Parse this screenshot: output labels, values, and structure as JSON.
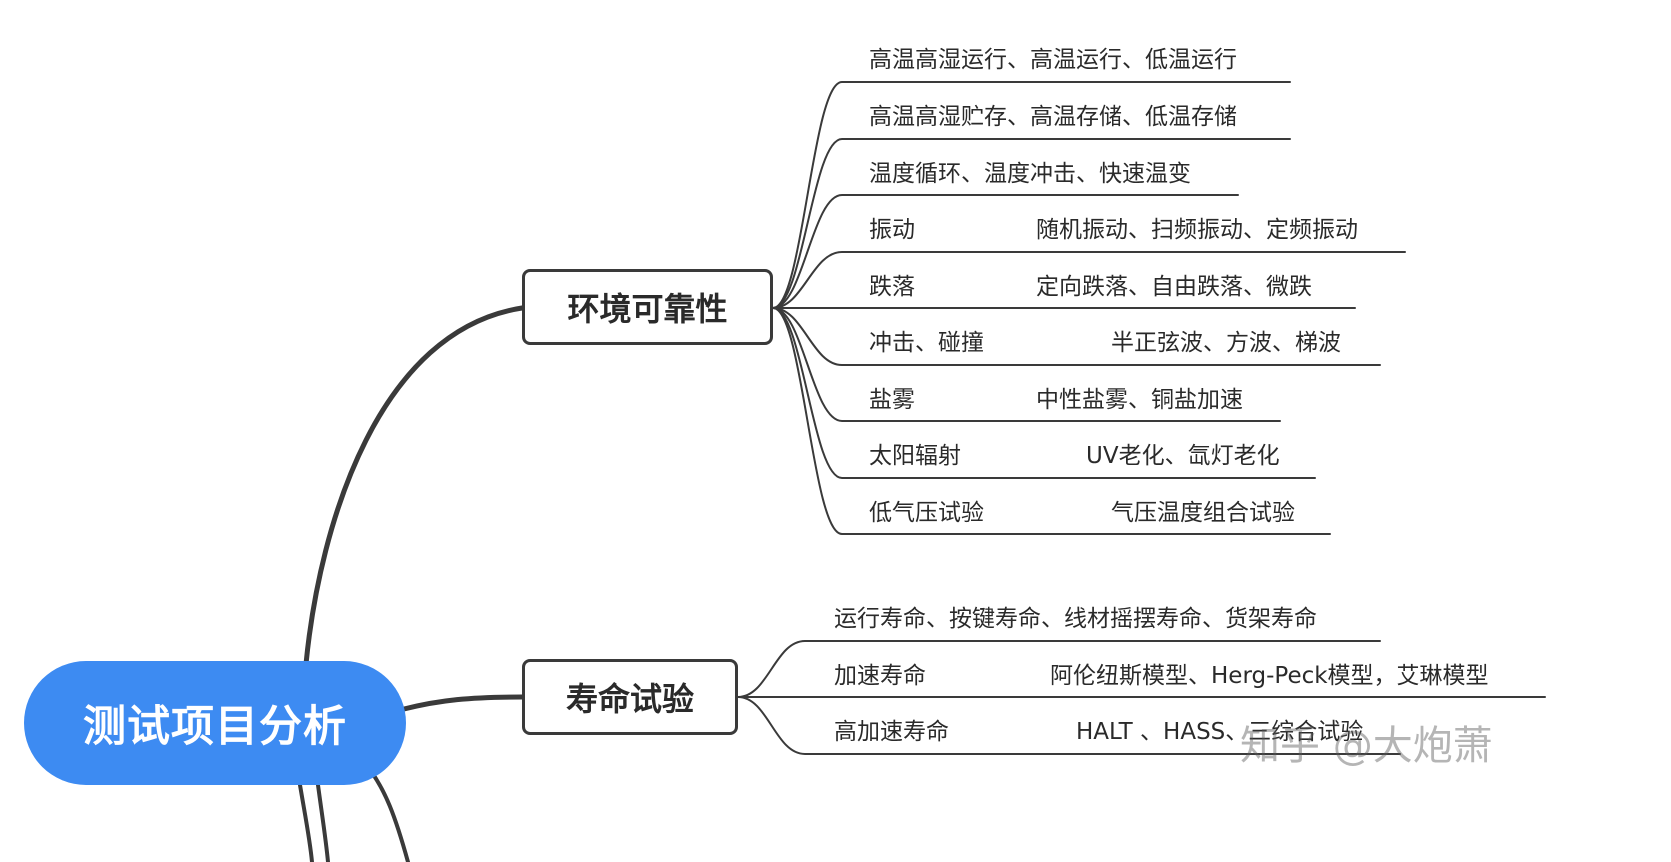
{
  "root": {
    "label": "测试项目分析",
    "color": "#3d8bf2"
  },
  "branches": [
    {
      "label": "环境可靠性",
      "items": [
        {
          "a": "高温高湿运行、高温运行、低温运行",
          "b": ""
        },
        {
          "a": "高温高湿贮存、高温存储、低温存储",
          "b": ""
        },
        {
          "a": "温度循环、温度冲击、快速温变",
          "b": ""
        },
        {
          "a": "振动",
          "b": "随机振动、扫频振动、定频振动"
        },
        {
          "a": "跌落",
          "b": "定向跌落、自由跌落、微跌"
        },
        {
          "a": "冲击、碰撞",
          "b": "半正弦波、方波、梯波"
        },
        {
          "a": "盐雾",
          "b": "中性盐雾、铜盐加速"
        },
        {
          "a": "太阳辐射",
          "b": "UV老化、氙灯老化"
        },
        {
          "a": "低气压试验",
          "b": "气压温度组合试验"
        }
      ]
    },
    {
      "label": "寿命试验",
      "items": [
        {
          "a": "运行寿命、按键寿命、线材摇摆寿命、货架寿命",
          "b": ""
        },
        {
          "a": "加速寿命",
          "b": "阿伦纽斯模型、Herg-Peck模型，艾琳模型"
        },
        {
          "a": "高加速寿命",
          "b": "HALT 、HASS、三综合试验"
        }
      ]
    }
  ],
  "watermark": "知乎 @大炮萧",
  "colors": {
    "line": "#3a3a3a",
    "text": "#2a2a2a"
  }
}
